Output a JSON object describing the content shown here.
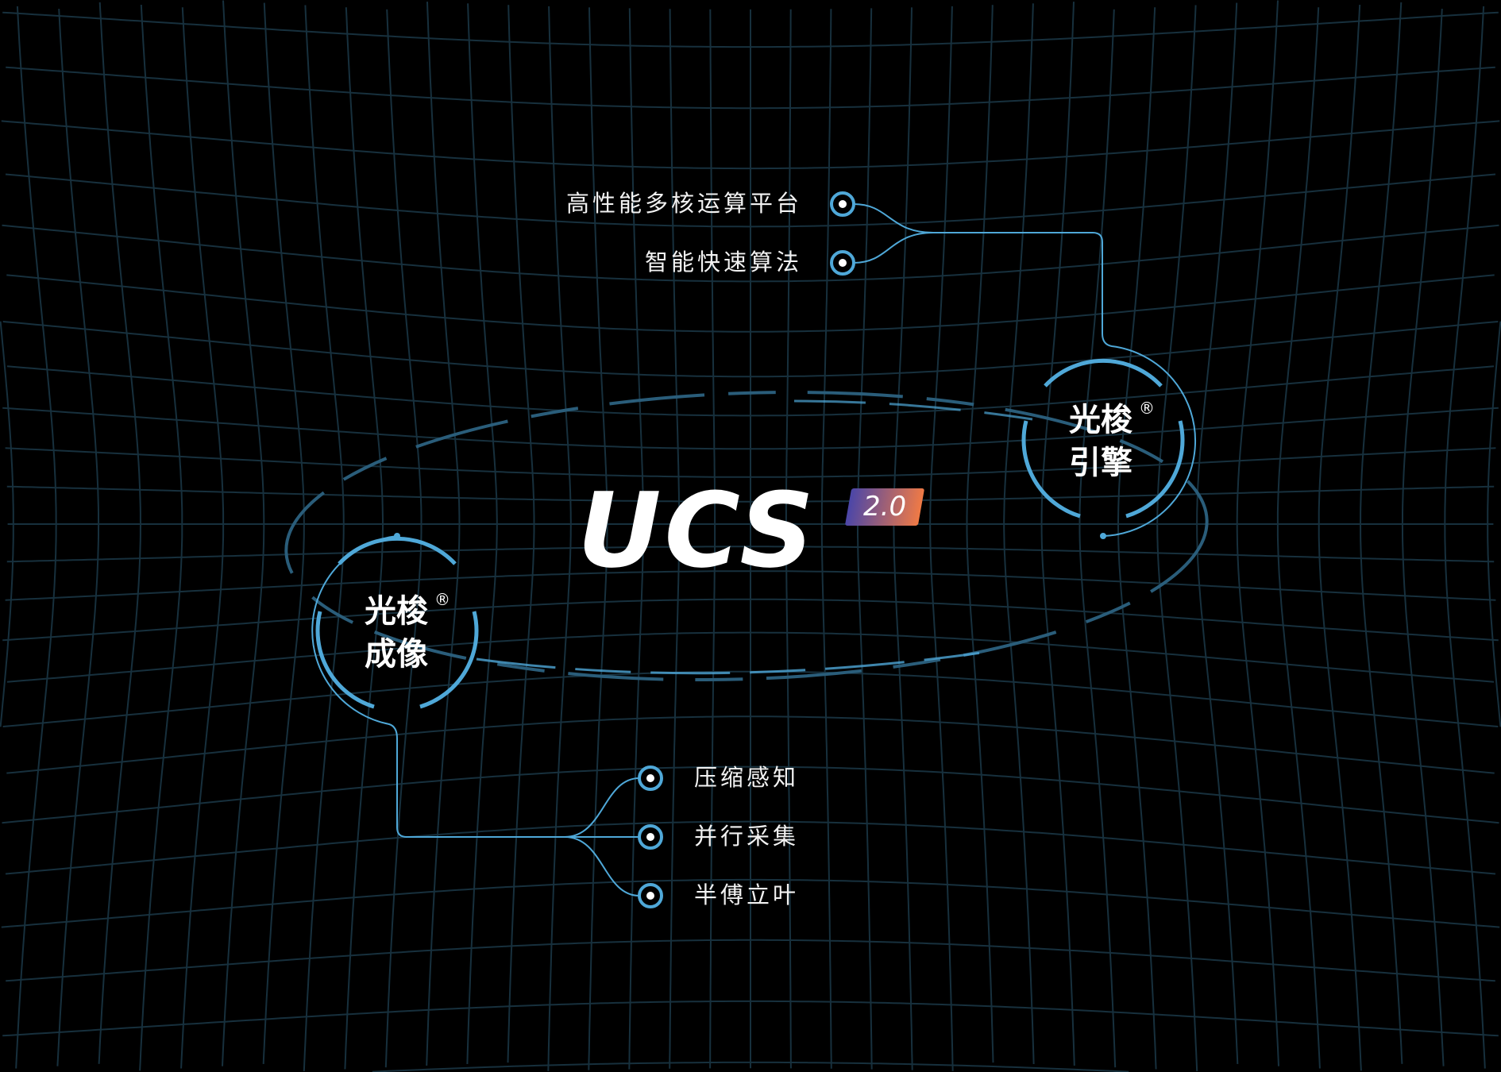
{
  "colors": {
    "accent": "#4fa8d8",
    "grid": "#17303d",
    "background": "#000000"
  },
  "logo": {
    "text": "UCS",
    "version": "2.0"
  },
  "engine": {
    "line1": "光梭",
    "line2": "引擎",
    "mark": "®",
    "features": [
      "高性能多核运算平台",
      "智能快速算法"
    ]
  },
  "imaging": {
    "line1": "光梭",
    "line2": "成像",
    "mark": "®",
    "features": [
      "压缩感知",
      "并行采集",
      "半傅立叶"
    ]
  }
}
